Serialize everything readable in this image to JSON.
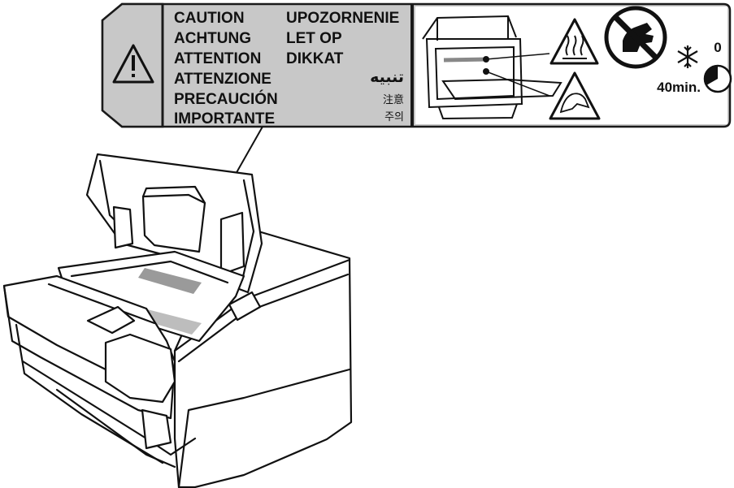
{
  "caution_label": {
    "warnings": [
      "CAUTION",
      "ACHTUNG",
      "ATTENTION",
      "ATTENZIONE",
      "PRECAUCIÓN",
      "IMPORTANTE"
    ],
    "warnings_col2": [
      "UPOZORNENIE",
      "LET OP",
      "DIKKAT"
    ],
    "arabic": "تنبيه",
    "chinese": "注意",
    "korean": "주의",
    "cooldown_start": "0",
    "cooldown_time": "40min."
  },
  "colors": {
    "label_fill": "#c8c8c8",
    "label_stroke": "#1a1a1a",
    "hot_area": "#9a9a9a"
  },
  "icons": [
    "warning-triangle-icon",
    "hot-surface-icon",
    "no-touch-icon",
    "pinch-hazard-icon",
    "snowflake-icon",
    "clock-icon"
  ]
}
